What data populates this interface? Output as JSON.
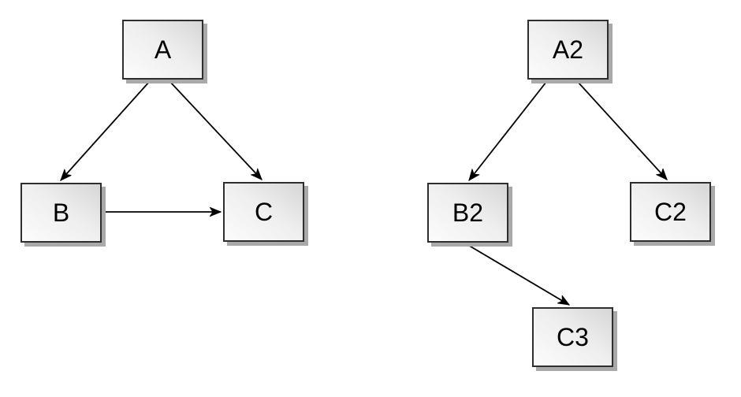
{
  "diagram": {
    "type": "directed-graph",
    "background": "#ffffff",
    "colors": {
      "node_border": "#2e2e2e",
      "node_fill_dark": "#d6d6d6",
      "node_fill_light": "#fcfcfc",
      "node_shadow": "#a9a9a9",
      "edge": "#000000"
    }
  },
  "nodes": [
    {
      "id": "A",
      "label": "A"
    },
    {
      "id": "B",
      "label": "B"
    },
    {
      "id": "C",
      "label": "C"
    },
    {
      "id": "A2",
      "label": "A2"
    },
    {
      "id": "B2",
      "label": "B2"
    },
    {
      "id": "C2",
      "label": "C2"
    },
    {
      "id": "C3",
      "label": "C3"
    }
  ],
  "edges": [
    {
      "from": "A",
      "to": "B"
    },
    {
      "from": "A",
      "to": "C"
    },
    {
      "from": "B",
      "to": "C"
    },
    {
      "from": "A2",
      "to": "B2"
    },
    {
      "from": "A2",
      "to": "C2"
    },
    {
      "from": "B2",
      "to": "C3"
    }
  ]
}
